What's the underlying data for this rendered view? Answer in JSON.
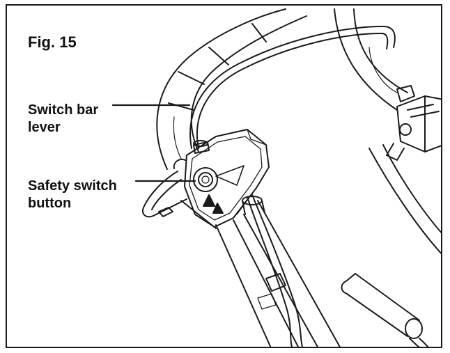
{
  "figure": {
    "number_label": "Fig. 15"
  },
  "callouts": {
    "switch_bar_lever": {
      "line1": "Switch bar",
      "line2": "lever"
    },
    "safety_switch_button": {
      "line1": "Safety switch",
      "line2": "button"
    }
  },
  "colors": {
    "line": "#1a1a1a",
    "background": "#ffffff"
  }
}
